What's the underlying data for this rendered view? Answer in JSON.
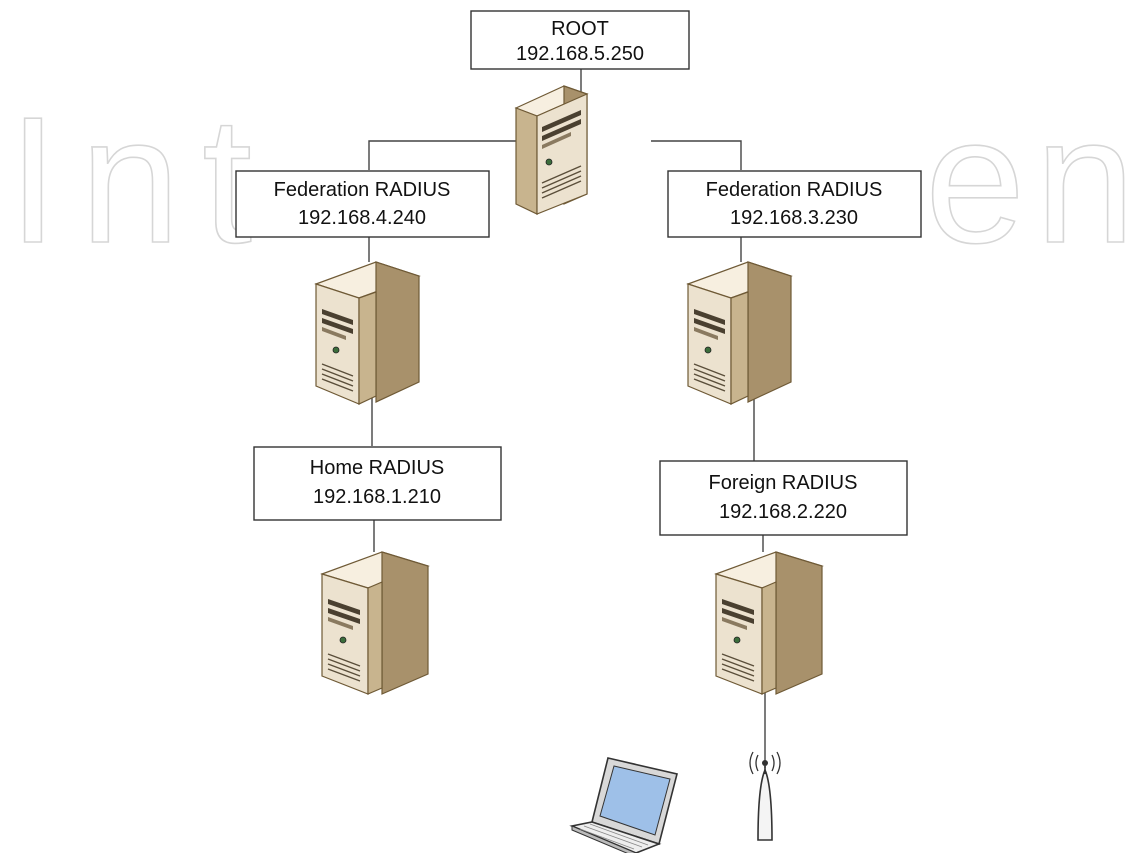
{
  "watermark": {
    "left": "Int",
    "right": "en"
  },
  "nodes": {
    "root": {
      "title": "ROOT",
      "ip": "192.168.5.250"
    },
    "fed_left": {
      "title": "Federation RADIUS",
      "ip": "192.168.4.240"
    },
    "fed_right": {
      "title": "Federation RADIUS",
      "ip": "192.168.3.230"
    },
    "home": {
      "title": "Home RADIUS",
      "ip": "192.168.1.210"
    },
    "foreign": {
      "title": "Foreign RADIUS",
      "ip": "192.168.2.220"
    }
  },
  "colors": {
    "server_front": "#ece2cf",
    "server_side": "#a8916b",
    "server_top": "#f7efe0",
    "line": "#444444",
    "box_border": "#333333"
  }
}
